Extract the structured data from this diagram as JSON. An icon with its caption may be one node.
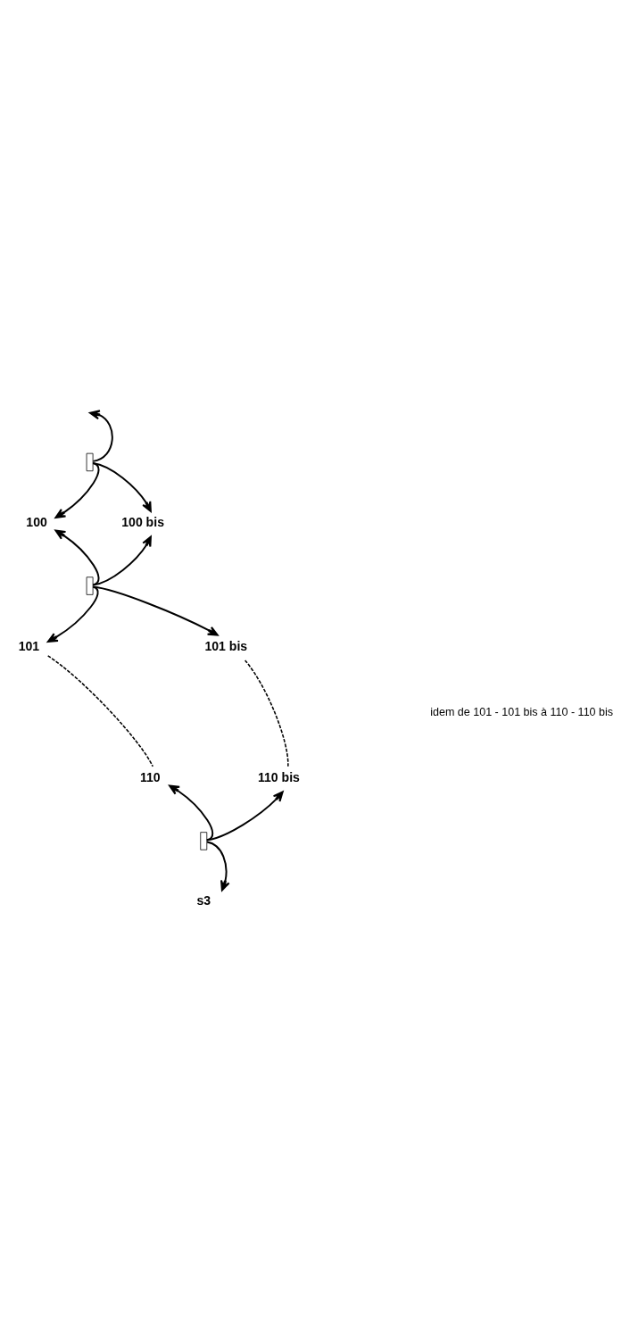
{
  "diagram": {
    "nodes": [
      {
        "text": [],
        "shape": "box"
      },
      {
        "text": [
          "100"
        ]
      },
      {
        "text": [
          "100 bis"
        ]
      },
      {
        "text": [],
        "shape": "box"
      },
      {
        "text": [
          "101"
        ]
      },
      {
        "text": [
          "101 bis"
        ]
      },
      {
        "text": [
          "110"
        ]
      },
      {
        "text": [
          "110 bis"
        ]
      },
      {
        "text": [],
        "shape": "box"
      },
      {
        "text": [
          "s3"
        ]
      }
    ],
    "edges": [
      {
        "from": 0,
        "to": null,
        "arrow": "to"
      },
      {
        "from": 0,
        "to": 1,
        "arrow": "to"
      },
      {
        "from": 0,
        "to": 2,
        "arrow": "to"
      },
      {
        "from": 3,
        "to": 1,
        "arrow": "to"
      },
      {
        "from": 3,
        "to": 2,
        "arrow": "to"
      },
      {
        "from": 3,
        "to": 4,
        "arrow": "to"
      },
      {
        "from": 3,
        "to": 5,
        "arrow": "to"
      },
      {
        "from": 4,
        "to": 6,
        "arrow": "none",
        "style": "dashed"
      },
      {
        "from": 5,
        "to": 7,
        "arrow": "none",
        "style": "dashed"
      },
      {
        "from": 8,
        "to": 6,
        "arrow": "to"
      },
      {
        "from": 8,
        "to": 7,
        "arrow": "to"
      },
      {
        "from": 8,
        "to": 9,
        "arrow": "to"
      }
    ],
    "labels": [
      "idem de 101 - 101 bis à 110 - 110 bis"
    ]
  }
}
